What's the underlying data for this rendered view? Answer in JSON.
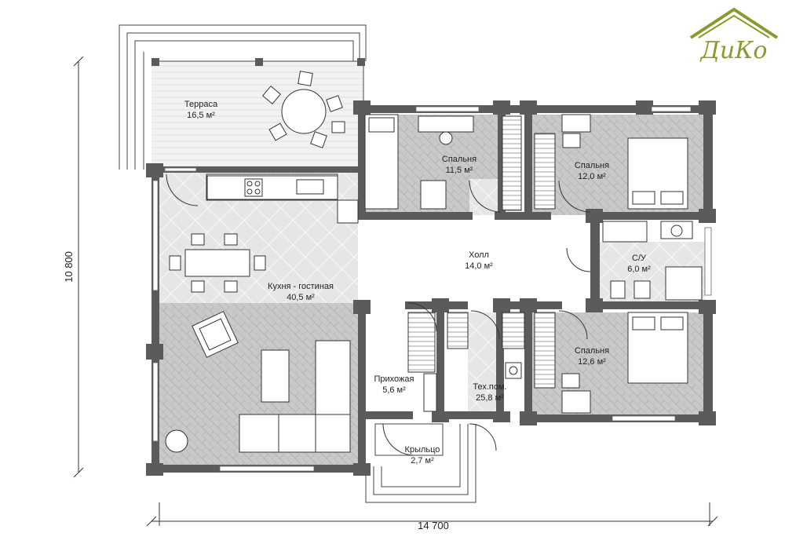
{
  "logo": {
    "text": "ДиКо",
    "color": "#8a9a2c"
  },
  "colors": {
    "wall": "#5b5b5b",
    "floor_tile": "#c8c8c8",
    "floor_light": "#e4e4e4",
    "deck": "#f4f4f4",
    "line": "#444444"
  },
  "dimensions": {
    "width": "14 700",
    "height": "10 800"
  },
  "rooms": {
    "terrace": {
      "name": "Терраса",
      "area": "16,5 м²"
    },
    "bedroom1": {
      "name": "Спальня",
      "area": "11,5 м²"
    },
    "bedroom2": {
      "name": "Спальня",
      "area": "12,0 м²"
    },
    "hall": {
      "name": "Холл",
      "area": "14,0 м²"
    },
    "bathroom": {
      "name": "С/У",
      "area": "6,0 м²"
    },
    "kitchen": {
      "name": "Кухня - гостиная",
      "area": "40,5 м²"
    },
    "bedroom3": {
      "name": "Спальня",
      "area": "12,6 м²"
    },
    "entrance": {
      "name": "Прихожая",
      "area": "5,6 м²"
    },
    "tech": {
      "name": "Тех.пом.",
      "area": "25,8 м²"
    },
    "porch": {
      "name": "Крыльцо",
      "area": "2,7 м²"
    }
  }
}
